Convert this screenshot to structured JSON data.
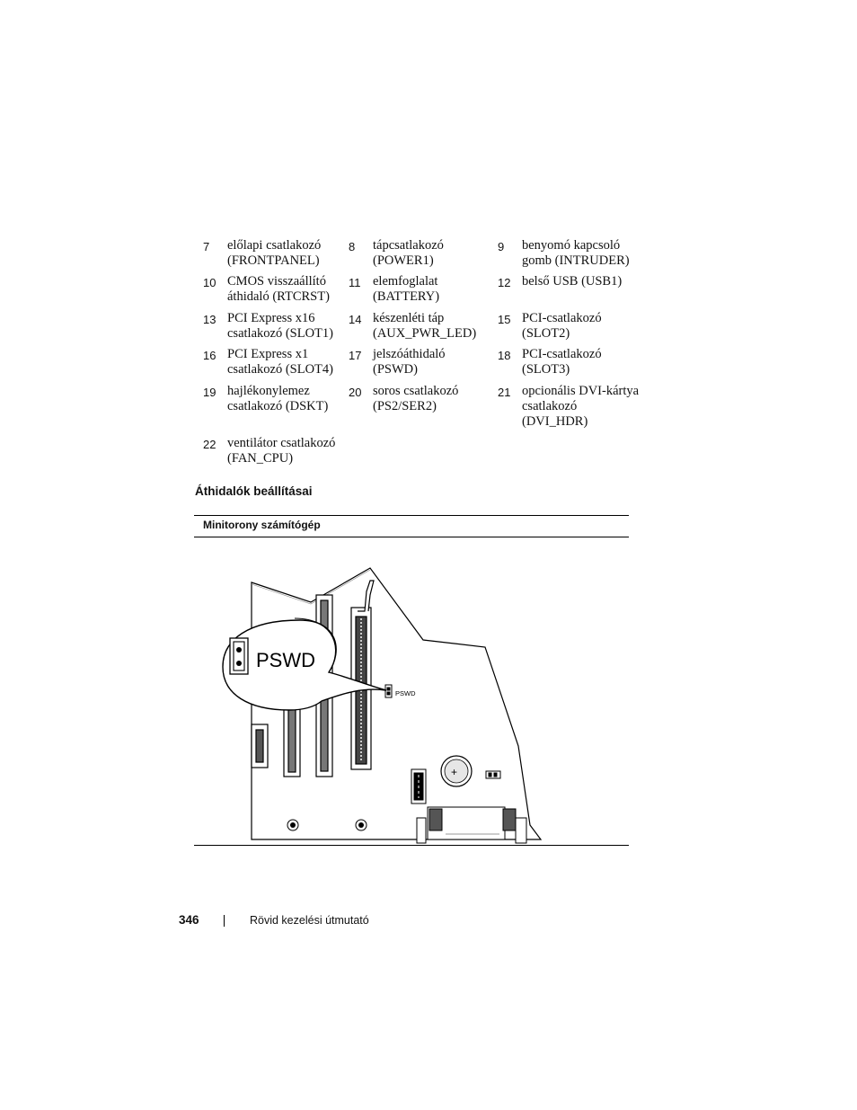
{
  "legend": [
    [
      {
        "num": "7",
        "lines": [
          "előlapi csatlakozó",
          "(FRONTPANEL)"
        ]
      },
      {
        "num": "8",
        "lines": [
          "tápcsatlakozó",
          "(POWER1)"
        ]
      },
      {
        "num": "9",
        "lines": [
          "benyomó kapcsoló",
          "gomb (INTRUDER)"
        ]
      }
    ],
    [
      {
        "num": "10",
        "lines": [
          "CMOS visszaállító",
          "áthidaló (RTCRST)"
        ]
      },
      {
        "num": "11",
        "lines": [
          "elemfoglalat",
          "(BATTERY)"
        ]
      },
      {
        "num": "12",
        "lines": [
          "belső USB (USB1)"
        ]
      }
    ],
    [
      {
        "num": "13",
        "lines": [
          "PCI Express x16",
          "csatlakozó (SLOT1)"
        ]
      },
      {
        "num": "14",
        "lines": [
          "készenléti táp",
          "(AUX_PWR_LED)"
        ]
      },
      {
        "num": "15",
        "lines": [
          "PCI-csatlakozó",
          "(SLOT2)"
        ]
      }
    ],
    [
      {
        "num": "16",
        "lines": [
          "PCI Express x1",
          "csatlakozó (SLOT4)"
        ]
      },
      {
        "num": "17",
        "lines": [
          "jelszóáthidaló",
          "(PSWD)"
        ]
      },
      {
        "num": "18",
        "lines": [
          "PCI-csatlakozó",
          "(SLOT3)"
        ]
      }
    ],
    [
      {
        "num": "19",
        "lines": [
          "hajlékonylemez",
          "csatlakozó (DSKT)"
        ]
      },
      {
        "num": "20",
        "lines": [
          "soros csatlakozó",
          "(PS2/SER2)"
        ]
      },
      {
        "num": "21",
        "lines": [
          "opcionális DVI-kártya",
          "csatlakozó",
          "(DVI_HDR)"
        ]
      }
    ],
    [
      {
        "num": "22",
        "lines": [
          "ventilátor csatlakozó",
          "(FAN_CPU)"
        ]
      }
    ]
  ],
  "section_heading": "Áthidalók beállításai",
  "table_header": "Minitorony számítógép",
  "figure": {
    "callout_label": "PSWD",
    "board_label": "PSWD"
  },
  "footer": {
    "page_number": "346",
    "title": "Rövid kezelési útmutató"
  }
}
